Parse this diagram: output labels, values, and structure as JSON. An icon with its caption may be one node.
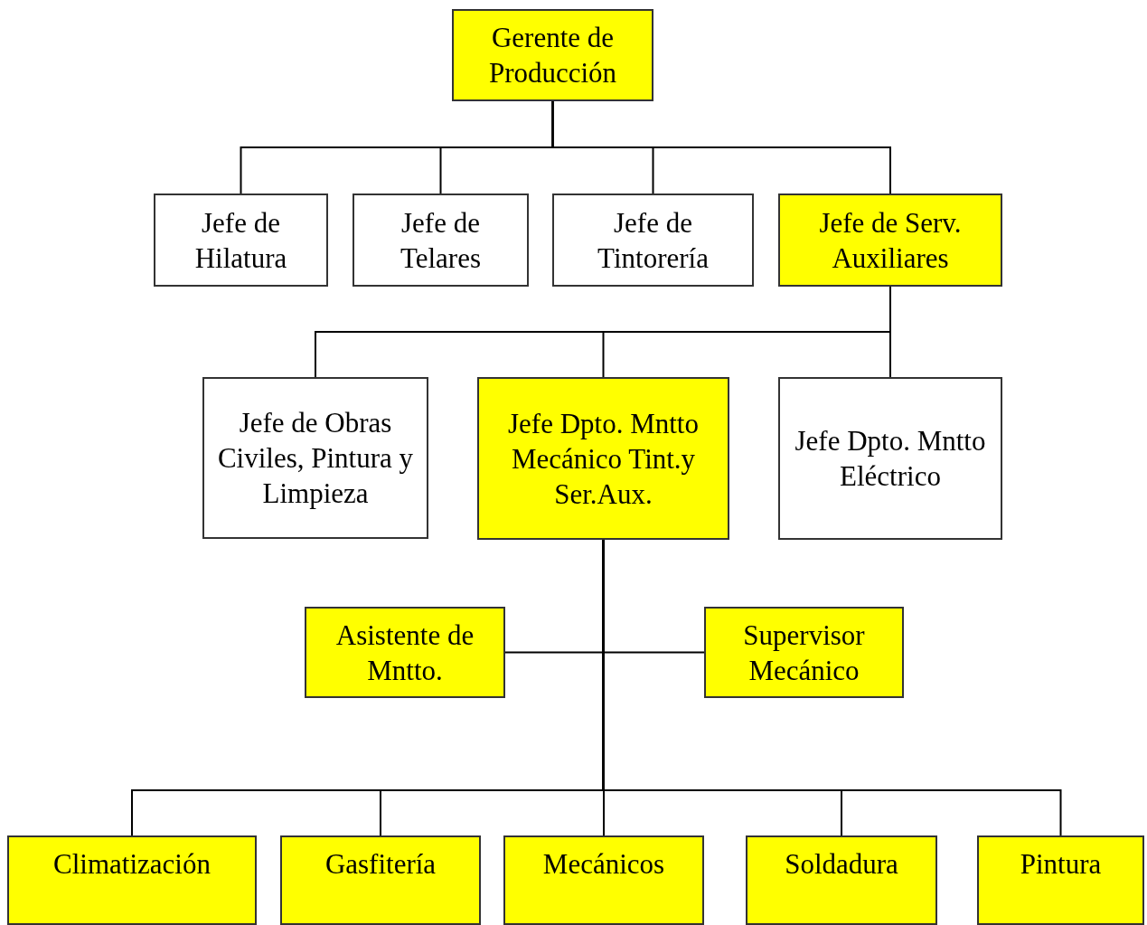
{
  "diagram": {
    "nodes": [
      {
        "text": [
          "Gerente de Producción"
        ]
      },
      {
        "text": [
          "Jefe de Hilatura"
        ]
      },
      {
        "text": [
          "Jefe de Telares"
        ]
      },
      {
        "text": [
          "Jefe de Tintorería"
        ]
      },
      {
        "text": [
          "Jefe de Serv. Auxiliares"
        ]
      },
      {
        "text": [
          "Jefe de Obras Civiles, Pintura y Limpieza"
        ]
      },
      {
        "text": [
          "Jefe Dpto. Mntto Mecánico Tint.y Ser.Aux."
        ]
      },
      {
        "text": [
          "Jefe Dpto. Mntto Eléctrico"
        ]
      },
      {
        "text": [
          "Asistente de Mntto."
        ]
      },
      {
        "text": [
          "Supervisor Mecánico"
        ]
      },
      {
        "text": [
          "Climatización"
        ]
      },
      {
        "text": [
          "Gasfitería"
        ]
      },
      {
        "text": [
          "Mecánicos"
        ]
      },
      {
        "text": [
          "Soldadura"
        ]
      },
      {
        "text": [
          "Pintura"
        ]
      }
    ],
    "edges": [
      {
        "from": 0,
        "to": 1,
        "arrow": "none"
      },
      {
        "from": 0,
        "to": 2,
        "arrow": "none"
      },
      {
        "from": 0,
        "to": 3,
        "arrow": "none"
      },
      {
        "from": 0,
        "to": 4,
        "arrow": "none"
      },
      {
        "from": 4,
        "to": 5,
        "arrow": "none"
      },
      {
        "from": 4,
        "to": 6,
        "arrow": "none"
      },
      {
        "from": 4,
        "to": 7,
        "arrow": "none"
      },
      {
        "from": 6,
        "to": 8,
        "arrow": "none"
      },
      {
        "from": 6,
        "to": 9,
        "arrow": "none"
      },
      {
        "from": 6,
        "to": 10,
        "arrow": "none"
      },
      {
        "from": 6,
        "to": 11,
        "arrow": "none"
      },
      {
        "from": 6,
        "to": 12,
        "arrow": "none"
      },
      {
        "from": 6,
        "to": 13,
        "arrow": "none"
      },
      {
        "from": 6,
        "to": 14,
        "arrow": "none"
      }
    ]
  }
}
